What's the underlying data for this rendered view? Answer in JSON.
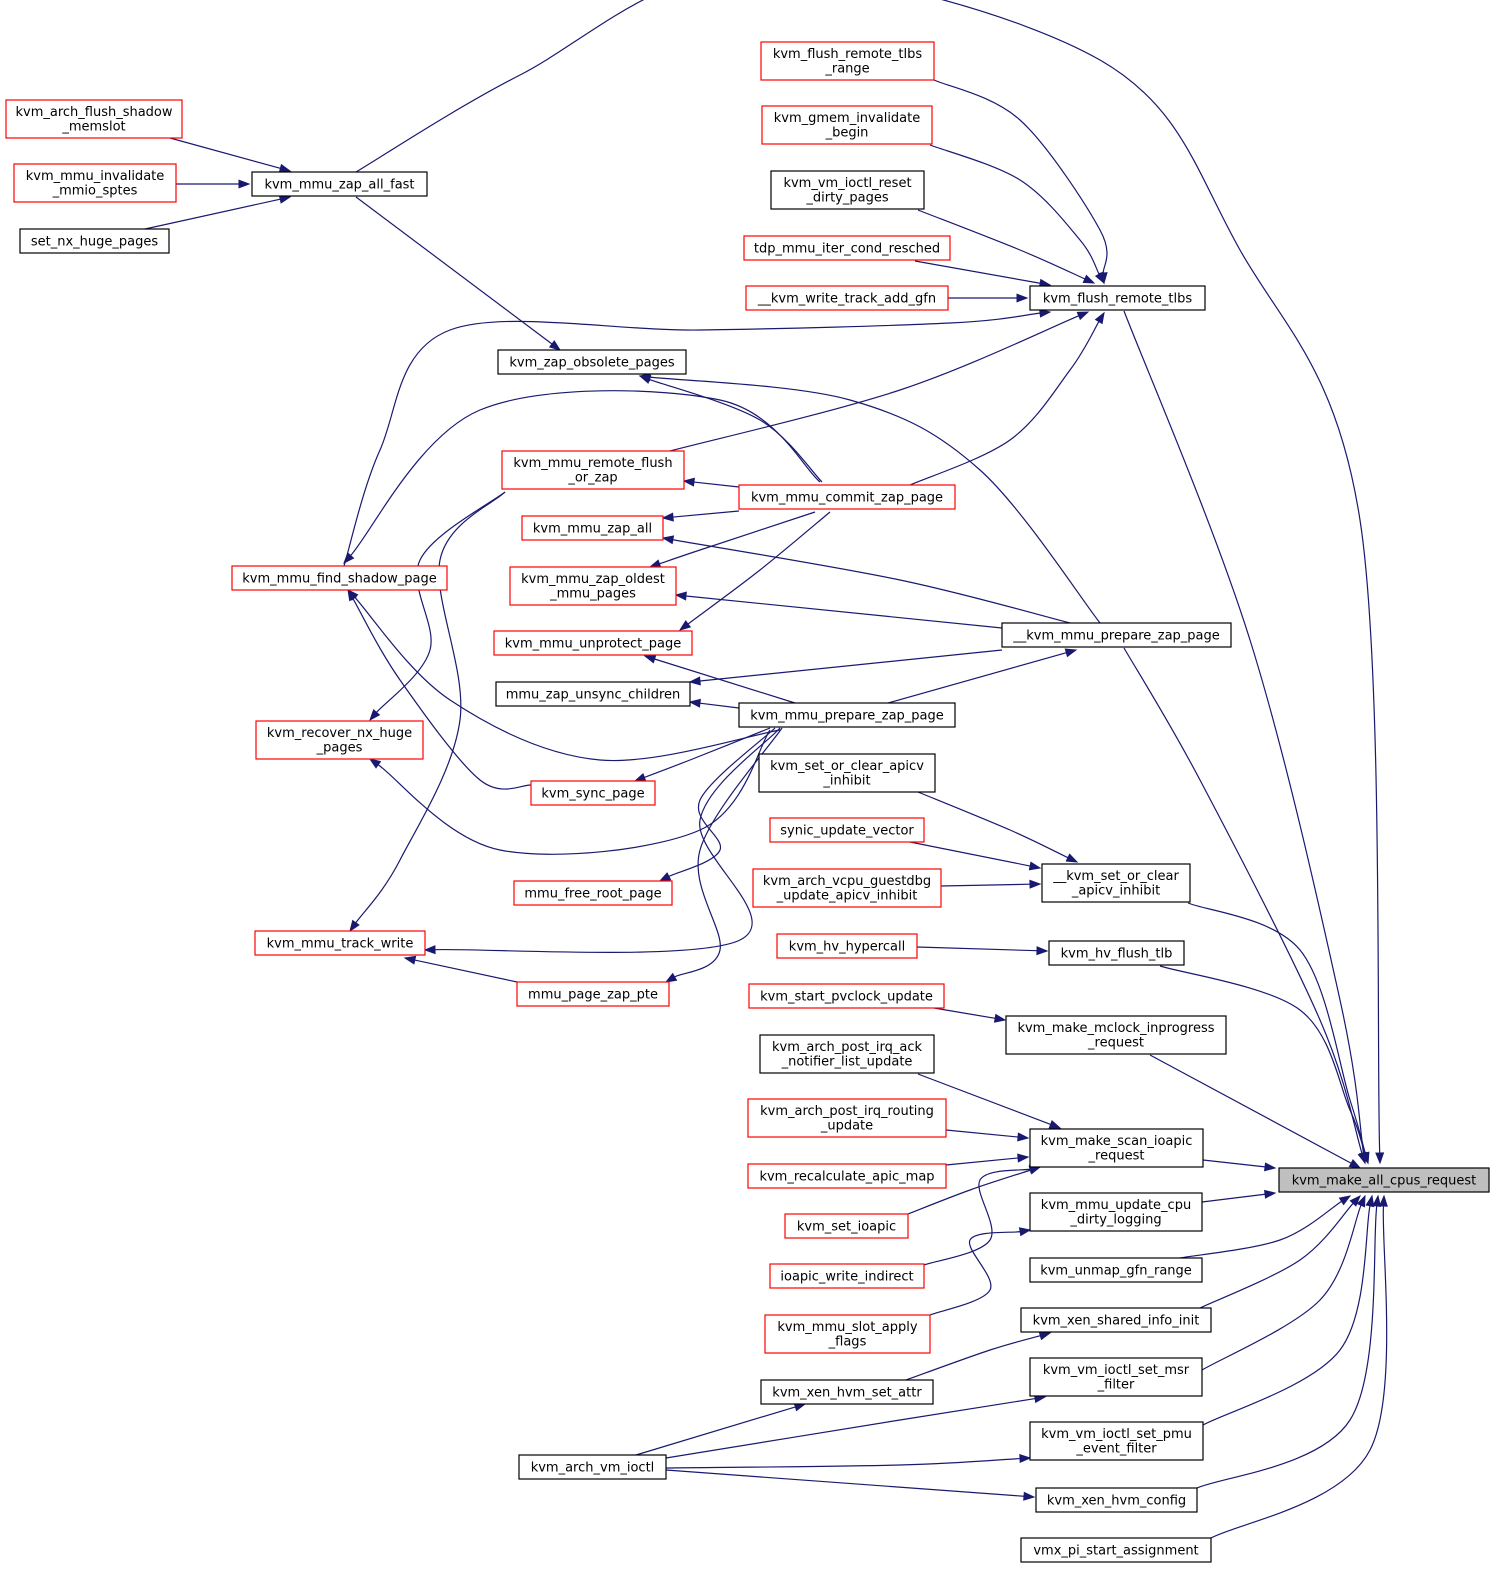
{
  "colors": {
    "edge": "#191970",
    "normal_border": "#000000",
    "red_border": "#ff0000",
    "root_fill": "#bfbfbf",
    "node_fill": "#ffffff"
  },
  "nodes": {
    "kvm_make_all_cpus_request": {
      "lines": [
        "kvm_make_all_cpus_request"
      ],
      "kind": "root"
    },
    "kvm_flush_remote_tlbs": {
      "lines": [
        "kvm_flush_remote_tlbs"
      ],
      "kind": "normal"
    },
    "kvm_flush_remote_tlbs_range": {
      "lines": [
        "kvm_flush_remote_tlbs",
        "_range"
      ],
      "kind": "red"
    },
    "kvm_gmem_invalidate_begin": {
      "lines": [
        "kvm_gmem_invalidate",
        "_begin"
      ],
      "kind": "red"
    },
    "kvm_vm_ioctl_reset_dirty_pages": {
      "lines": [
        "kvm_vm_ioctl_reset",
        "_dirty_pages"
      ],
      "kind": "normal"
    },
    "tdp_mmu_iter_cond_resched": {
      "lines": [
        "tdp_mmu_iter_cond_resched"
      ],
      "kind": "red"
    },
    "kvm_write_track_add_gfn": {
      "lines": [
        "__kvm_write_track_add_gfn"
      ],
      "kind": "red"
    },
    "kvm_mmu_zap_all_fast": {
      "lines": [
        "kvm_mmu_zap_all_fast"
      ],
      "kind": "normal"
    },
    "kvm_arch_flush_shadow_memslot": {
      "lines": [
        "kvm_arch_flush_shadow",
        "_memslot"
      ],
      "kind": "red"
    },
    "kvm_mmu_invalidate_mmio_sptes": {
      "lines": [
        "kvm_mmu_invalidate",
        "_mmio_sptes"
      ],
      "kind": "red"
    },
    "set_nx_huge_pages": {
      "lines": [
        "set_nx_huge_pages"
      ],
      "kind": "normal"
    },
    "kvm_zap_obsolete_pages": {
      "lines": [
        "kvm_zap_obsolete_pages"
      ],
      "kind": "normal"
    },
    "kvm_mmu_remote_flush_or_zap": {
      "lines": [
        "kvm_mmu_remote_flush",
        "_or_zap"
      ],
      "kind": "red"
    },
    "kvm_mmu_commit_zap_page": {
      "lines": [
        "kvm_mmu_commit_zap_page"
      ],
      "kind": "red"
    },
    "kvm_mmu_zap_all": {
      "lines": [
        "kvm_mmu_zap_all"
      ],
      "kind": "red"
    },
    "kvm_mmu_zap_oldest_mmu_pages": {
      "lines": [
        "kvm_mmu_zap_oldest",
        "_mmu_pages"
      ],
      "kind": "red"
    },
    "kvm_mmu_unprotect_page": {
      "lines": [
        "kvm_mmu_unprotect_page"
      ],
      "kind": "red"
    },
    "kvm_mmu_find_shadow_page": {
      "lines": [
        "kvm_mmu_find_shadow_page"
      ],
      "kind": "red"
    },
    "kvm_mmu_prepare_zap_page_internal": {
      "lines": [
        "__kvm_mmu_prepare_zap_page"
      ],
      "kind": "normal"
    },
    "mmu_zap_unsync_children": {
      "lines": [
        "mmu_zap_unsync_children"
      ],
      "kind": "normal"
    },
    "kvm_mmu_prepare_zap_page": {
      "lines": [
        "kvm_mmu_prepare_zap_page"
      ],
      "kind": "normal"
    },
    "kvm_recover_nx_huge_pages": {
      "lines": [
        "kvm_recover_nx_huge",
        "_pages"
      ],
      "kind": "red"
    },
    "kvm_sync_page": {
      "lines": [
        "kvm_sync_page"
      ],
      "kind": "red"
    },
    "mmu_free_root_page": {
      "lines": [
        "mmu_free_root_page"
      ],
      "kind": "red"
    },
    "kvm_mmu_track_write": {
      "lines": [
        "kvm_mmu_track_write"
      ],
      "kind": "red"
    },
    "mmu_page_zap_pte": {
      "lines": [
        "mmu_page_zap_pte"
      ],
      "kind": "red"
    },
    "kvm_set_or_clear_apicv_inhibit": {
      "lines": [
        "kvm_set_or_clear_apicv",
        "_inhibit"
      ],
      "kind": "normal"
    },
    "synic_update_vector": {
      "lines": [
        "synic_update_vector"
      ],
      "kind": "red"
    },
    "kvm_arch_vcpu_guestdbg_update_apicv_inhibit": {
      "lines": [
        "kvm_arch_vcpu_guestdbg",
        "_update_apicv_inhibit"
      ],
      "kind": "red"
    },
    "kvm_set_or_clear_apicv_inhibit_internal": {
      "lines": [
        "__kvm_set_or_clear",
        "_apicv_inhibit"
      ],
      "kind": "normal"
    },
    "kvm_hv_hypercall": {
      "lines": [
        "kvm_hv_hypercall"
      ],
      "kind": "red"
    },
    "kvm_hv_flush_tlb": {
      "lines": [
        "kvm_hv_flush_tlb"
      ],
      "kind": "normal"
    },
    "kvm_start_pvclock_update": {
      "lines": [
        "kvm_start_pvclock_update"
      ],
      "kind": "red"
    },
    "kvm_make_mclock_inprogress_request": {
      "lines": [
        "kvm_make_mclock_inprogress",
        "_request"
      ],
      "kind": "normal"
    },
    "kvm_arch_post_irq_ack_notifier_list_update": {
      "lines": [
        "kvm_arch_post_irq_ack",
        "_notifier_list_update"
      ],
      "kind": "normal"
    },
    "kvm_arch_post_irq_routing_update": {
      "lines": [
        "kvm_arch_post_irq_routing",
        "_update"
      ],
      "kind": "red"
    },
    "kvm_recalculate_apic_map": {
      "lines": [
        "kvm_recalculate_apic_map"
      ],
      "kind": "red"
    },
    "kvm_set_ioapic": {
      "lines": [
        "kvm_set_ioapic"
      ],
      "kind": "red"
    },
    "ioapic_write_indirect": {
      "lines": [
        "ioapic_write_indirect"
      ],
      "kind": "red"
    },
    "kvm_mmu_slot_apply_flags": {
      "lines": [
        "kvm_mmu_slot_apply",
        "_flags"
      ],
      "kind": "red"
    },
    "kvm_make_scan_ioapic_request": {
      "lines": [
        "kvm_make_scan_ioapic",
        "_request"
      ],
      "kind": "normal"
    },
    "kvm_mmu_update_cpu_dirty_logging": {
      "lines": [
        "kvm_mmu_update_cpu",
        "_dirty_logging"
      ],
      "kind": "normal"
    },
    "kvm_unmap_gfn_range": {
      "lines": [
        "kvm_unmap_gfn_range"
      ],
      "kind": "normal"
    },
    "kvm_xen_shared_info_init": {
      "lines": [
        "kvm_xen_shared_info_init"
      ],
      "kind": "normal"
    },
    "kvm_xen_hvm_set_attr": {
      "lines": [
        "kvm_xen_hvm_set_attr"
      ],
      "kind": "normal"
    },
    "kvm_arch_vm_ioctl": {
      "lines": [
        "kvm_arch_vm_ioctl"
      ],
      "kind": "normal"
    },
    "kvm_vm_ioctl_set_msr_filter": {
      "lines": [
        "kvm_vm_ioctl_set_msr",
        "_filter"
      ],
      "kind": "normal"
    },
    "kvm_vm_ioctl_set_pmu_event_filter": {
      "lines": [
        "kvm_vm_ioctl_set_pmu",
        "_event_filter"
      ],
      "kind": "normal"
    },
    "kvm_xen_hvm_config": {
      "lines": [
        "kvm_xen_hvm_config"
      ],
      "kind": "normal"
    },
    "vmx_pi_start_assignment": {
      "lines": [
        "vmx_pi_start_assignment"
      ],
      "kind": "normal"
    }
  },
  "edges": [
    [
      "kvm_flush_remote_tlbs",
      "kvm_make_all_cpus_request"
    ],
    [
      "kvm_mmu_zap_all_fast",
      "kvm_make_all_cpus_request"
    ],
    [
      "kvm_mmu_prepare_zap_page_internal",
      "kvm_make_all_cpus_request"
    ],
    [
      "kvm_set_or_clear_apicv_inhibit_internal",
      "kvm_make_all_cpus_request"
    ],
    [
      "kvm_hv_flush_tlb",
      "kvm_make_all_cpus_request"
    ],
    [
      "kvm_make_mclock_inprogress_request",
      "kvm_make_all_cpus_request"
    ],
    [
      "kvm_make_scan_ioapic_request",
      "kvm_make_all_cpus_request"
    ],
    [
      "kvm_mmu_update_cpu_dirty_logging",
      "kvm_make_all_cpus_request"
    ],
    [
      "kvm_unmap_gfn_range",
      "kvm_make_all_cpus_request"
    ],
    [
      "kvm_xen_shared_info_init",
      "kvm_make_all_cpus_request"
    ],
    [
      "kvm_vm_ioctl_set_msr_filter",
      "kvm_make_all_cpus_request"
    ],
    [
      "kvm_vm_ioctl_set_pmu_event_filter",
      "kvm_make_all_cpus_request"
    ],
    [
      "kvm_xen_hvm_config",
      "kvm_make_all_cpus_request"
    ],
    [
      "vmx_pi_start_assignment",
      "kvm_make_all_cpus_request"
    ],
    [
      "kvm_flush_remote_tlbs_range",
      "kvm_flush_remote_tlbs"
    ],
    [
      "kvm_gmem_invalidate_begin",
      "kvm_flush_remote_tlbs"
    ],
    [
      "kvm_vm_ioctl_reset_dirty_pages",
      "kvm_flush_remote_tlbs"
    ],
    [
      "tdp_mmu_iter_cond_resched",
      "kvm_flush_remote_tlbs"
    ],
    [
      "kvm_write_track_add_gfn",
      "kvm_flush_remote_tlbs"
    ],
    [
      "kvm_mmu_find_shadow_page",
      "kvm_flush_remote_tlbs"
    ],
    [
      "kvm_mmu_remote_flush_or_zap",
      "kvm_flush_remote_tlbs"
    ],
    [
      "kvm_mmu_commit_zap_page",
      "kvm_flush_remote_tlbs"
    ],
    [
      "kvm_arch_flush_shadow_memslot",
      "kvm_mmu_zap_all_fast"
    ],
    [
      "kvm_mmu_invalidate_mmio_sptes",
      "kvm_mmu_zap_all_fast"
    ],
    [
      "set_nx_huge_pages",
      "kvm_mmu_zap_all_fast"
    ],
    [
      "kvm_mmu_zap_all_fast",
      "kvm_zap_obsolete_pages"
    ],
    [
      "kvm_mmu_commit_zap_page",
      "kvm_zap_obsolete_pages"
    ],
    [
      "kvm_mmu_commit_zap_page",
      "kvm_mmu_remote_flush_or_zap"
    ],
    [
      "kvm_mmu_commit_zap_page",
      "kvm_mmu_zap_all"
    ],
    [
      "kvm_mmu_commit_zap_page",
      "kvm_mmu_zap_oldest_mmu_pages"
    ],
    [
      "kvm_mmu_commit_zap_page",
      "kvm_mmu_unprotect_page"
    ],
    [
      "kvm_mmu_commit_zap_page",
      "kvm_mmu_find_shadow_page"
    ],
    [
      "kvm_mmu_prepare_zap_page_internal",
      "kvm_zap_obsolete_pages"
    ],
    [
      "kvm_mmu_prepare_zap_page_internal",
      "kvm_mmu_zap_all"
    ],
    [
      "kvm_mmu_prepare_zap_page_internal",
      "kvm_mmu_zap_oldest_mmu_pages"
    ],
    [
      "kvm_mmu_prepare_zap_page_internal",
      "mmu_zap_unsync_children"
    ],
    [
      "kvm_mmu_prepare_zap_page",
      "kvm_mmu_prepare_zap_page_internal"
    ],
    [
      "kvm_mmu_prepare_zap_page",
      "kvm_mmu_unprotect_page"
    ],
    [
      "kvm_mmu_prepare_zap_page",
      "mmu_zap_unsync_children"
    ],
    [
      "kvm_mmu_prepare_zap_page",
      "kvm_mmu_find_shadow_page"
    ],
    [
      "kvm_mmu_prepare_zap_page",
      "kvm_recover_nx_huge_pages"
    ],
    [
      "kvm_mmu_prepare_zap_page",
      "kvm_sync_page"
    ],
    [
      "kvm_mmu_prepare_zap_page",
      "mmu_free_root_page"
    ],
    [
      "kvm_mmu_prepare_zap_page",
      "kvm_mmu_track_write"
    ],
    [
      "kvm_mmu_prepare_zap_page",
      "mmu_page_zap_pte"
    ],
    [
      "kvm_sync_page",
      "kvm_mmu_find_shadow_page"
    ],
    [
      "kvm_mmu_remote_flush_or_zap",
      "kvm_recover_nx_huge_pages"
    ],
    [
      "kvm_mmu_remote_flush_or_zap",
      "kvm_mmu_track_write"
    ],
    [
      "mmu_page_zap_pte",
      "kvm_mmu_track_write"
    ],
    [
      "kvm_set_or_clear_apicv_inhibit",
      "kvm_set_or_clear_apicv_inhibit_internal"
    ],
    [
      "synic_update_vector",
      "kvm_set_or_clear_apicv_inhibit_internal"
    ],
    [
      "kvm_arch_vcpu_guestdbg_update_apicv_inhibit",
      "kvm_set_or_clear_apicv_inhibit_internal"
    ],
    [
      "kvm_hv_hypercall",
      "kvm_hv_flush_tlb"
    ],
    [
      "kvm_start_pvclock_update",
      "kvm_make_mclock_inprogress_request"
    ],
    [
      "kvm_arch_post_irq_ack_notifier_list_update",
      "kvm_make_scan_ioapic_request"
    ],
    [
      "kvm_arch_post_irq_routing_update",
      "kvm_make_scan_ioapic_request"
    ],
    [
      "kvm_recalculate_apic_map",
      "kvm_make_scan_ioapic_request"
    ],
    [
      "kvm_set_ioapic",
      "kvm_make_scan_ioapic_request"
    ],
    [
      "ioapic_write_indirect",
      "kvm_make_scan_ioapic_request"
    ],
    [
      "kvm_mmu_slot_apply_flags",
      "kvm_mmu_update_cpu_dirty_logging"
    ],
    [
      "kvm_xen_hvm_set_attr",
      "kvm_xen_shared_info_init"
    ],
    [
      "kvm_arch_vm_ioctl",
      "kvm_xen_hvm_set_attr"
    ],
    [
      "kvm_arch_vm_ioctl",
      "kvm_vm_ioctl_set_msr_filter"
    ],
    [
      "kvm_arch_vm_ioctl",
      "kvm_vm_ioctl_set_pmu_event_filter"
    ],
    [
      "kvm_arch_vm_ioctl",
      "kvm_xen_hvm_config"
    ]
  ]
}
